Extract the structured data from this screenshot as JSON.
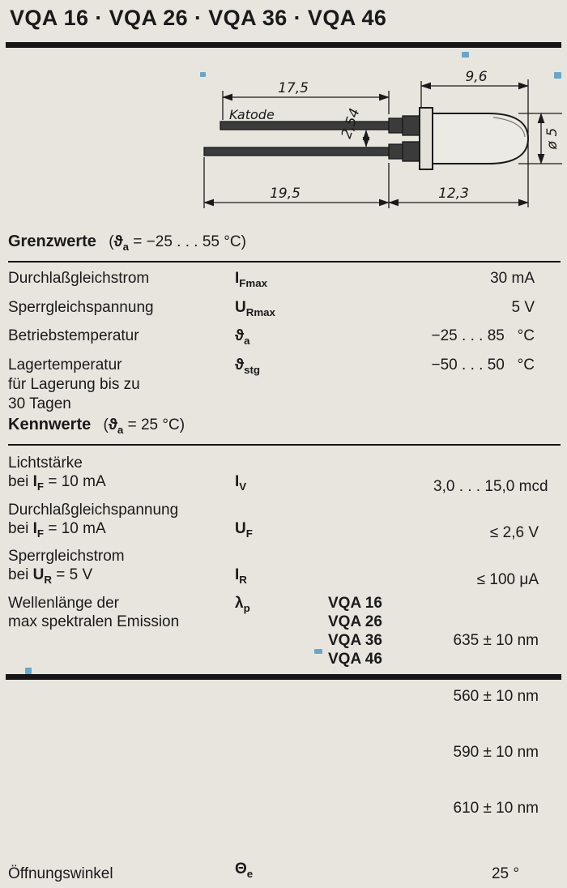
{
  "page": {
    "title": "VQA 16 · VQA 26 · VQA 36 · VQA 46"
  },
  "drawing": {
    "katode": "Katode",
    "dims": {
      "top_lead": "17,5",
      "dome_length": "9,6",
      "lead_spacing": "2,54",
      "bottom_lead": "19,5",
      "body_length": "12,3",
      "diameter": "ø 5"
    }
  },
  "grenzwerte": {
    "heading": "Grenzwerte",
    "condition": [
      {
        "t": "("
      },
      {
        "t": "ϑ",
        "b": true
      },
      {
        "t": "a",
        "sub": true,
        "b": true
      },
      {
        "t": " = −25 . . . 55 °C)"
      }
    ],
    "rows": [
      {
        "label": [
          {
            "t": "Durchlaßgleichstrom"
          }
        ],
        "symbol": [
          {
            "t": "I"
          },
          {
            "t": "Fmax",
            "sub": true
          }
        ],
        "value": "30 mA"
      },
      {
        "label": [
          {
            "t": "Sperrgleichspannung"
          }
        ],
        "symbol": [
          {
            "t": "U"
          },
          {
            "t": "Rmax",
            "sub": true
          }
        ],
        "value": "5 V"
      },
      {
        "label": [
          {
            "t": "Betriebstemperatur"
          }
        ],
        "symbol": [
          {
            "t": "ϑ"
          },
          {
            "t": "a",
            "sub": true
          }
        ],
        "value": "−25 . . . 85   °C"
      },
      {
        "label": [
          {
            "t": "Lagertemperatur"
          },
          {
            "br": true
          },
          {
            "t": "für Lagerung bis zu"
          },
          {
            "br": true
          },
          {
            "t": "30 Tagen"
          }
        ],
        "symbol": [
          {
            "t": "ϑ"
          },
          {
            "t": "stg",
            "sub": true
          }
        ],
        "value": "−50 . . . 50   °C"
      }
    ]
  },
  "kennwerte": {
    "heading": "Kennwerte",
    "condition": [
      {
        "t": "("
      },
      {
        "t": "ϑ",
        "b": true
      },
      {
        "t": "a",
        "sub": true,
        "b": true
      },
      {
        "t": " = 25 °C)"
      }
    ],
    "rows": [
      {
        "label": [
          {
            "t": "Lichtstärke"
          },
          {
            "br": true
          },
          {
            "t": "bei "
          },
          {
            "t": "I",
            "b": true
          },
          {
            "t": "F",
            "sub": true,
            "b": true
          },
          {
            "t": " = 10 mA"
          }
        ],
        "symbol": [
          {
            "t": "I"
          },
          {
            "t": "V",
            "sub": true
          }
        ],
        "value": "3,0 . . . 15,0 mcd"
      },
      {
        "label": [
          {
            "t": "Durchlaßgleichspannung"
          },
          {
            "br": true
          },
          {
            "t": "bei "
          },
          {
            "t": "I",
            "b": true
          },
          {
            "t": "F",
            "sub": true,
            "b": true
          },
          {
            "t": " = 10 mA"
          }
        ],
        "symbol": [
          {
            "t": "U"
          },
          {
            "t": "F",
            "sub": true
          }
        ],
        "value": "≤ 2,6 V"
      },
      {
        "label": [
          {
            "t": "Sperrgleichstrom"
          },
          {
            "br": true
          },
          {
            "t": "bei "
          },
          {
            "t": "U",
            "b": true
          },
          {
            "t": "R",
            "sub": true,
            "b": true
          },
          {
            "t": " = 5 V"
          }
        ],
        "symbol": [
          {
            "t": "I"
          },
          {
            "t": "R",
            "sub": true
          }
        ],
        "value": "≤ 100 μA"
      },
      {
        "label": [
          {
            "t": "Wellenlänge der"
          },
          {
            "br": true
          },
          {
            "t": "max spektralen Emission"
          }
        ],
        "symbol": [
          {
            "t": "λ"
          },
          {
            "t": "p",
            "sub": true
          }
        ],
        "variants": [
          {
            "type": "VQA 16",
            "value": "635 ± 10 nm"
          },
          {
            "type": "VQA 26",
            "value": "560 ± 10 nm"
          },
          {
            "type": "VQA 36",
            "value": "590 ± 10 nm"
          },
          {
            "type": "VQA 46",
            "value": "610 ± 10 nm"
          }
        ]
      },
      {
        "label": [
          {
            "t": "Öffnungswinkel"
          }
        ],
        "symbol": [
          {
            "t": "Θ"
          },
          {
            "t": "e",
            "sub": true
          }
        ],
        "value": "25 °"
      }
    ]
  }
}
